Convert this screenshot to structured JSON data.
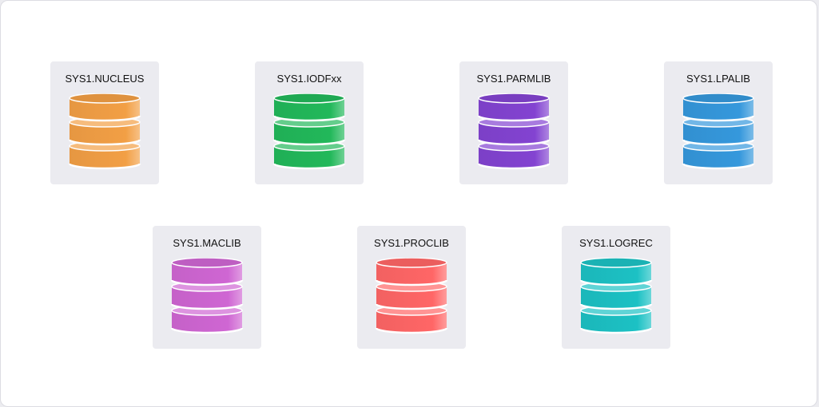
{
  "datasets": [
    {
      "label": "SYS1.NUCLEUS",
      "color": "#f29f45",
      "icon": "database-icon"
    },
    {
      "label": "SYS1.IODFxx",
      "color": "#22b85a",
      "icon": "database-icon"
    },
    {
      "label": "SYS1.PARMLIB",
      "color": "#8343d1",
      "icon": "database-icon"
    },
    {
      "label": "SYS1.LPALIB",
      "color": "#3598dc",
      "icon": "database-icon"
    },
    {
      "label": "SYS1.MACLIB",
      "color": "#cf66d3",
      "icon": "database-icon"
    },
    {
      "label": "SYS1.PROCLIB",
      "color": "#ff6666",
      "icon": "database-icon"
    },
    {
      "label": "SYS1.LOGREC",
      "color": "#1cc1c4",
      "icon": "database-icon"
    }
  ]
}
